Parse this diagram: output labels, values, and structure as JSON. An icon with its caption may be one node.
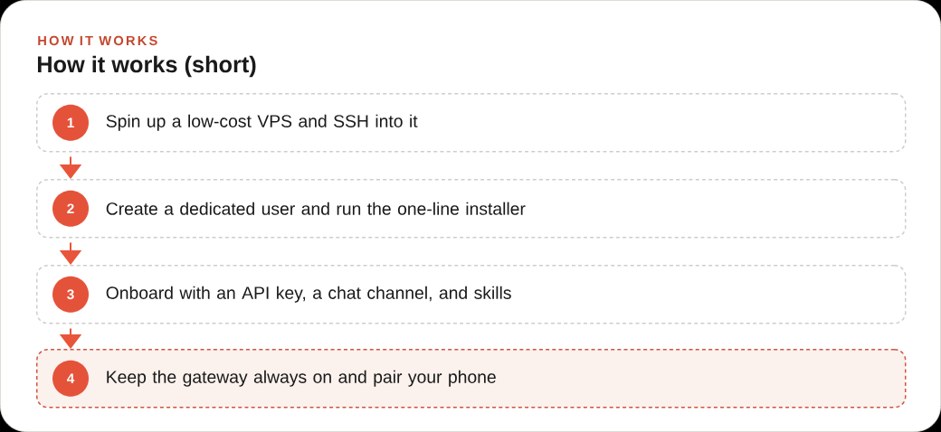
{
  "diagram": {
    "title": "How it works (short)",
    "nodes": [
      {
        "text": [
          "Spin up a low-cost VPS and SSH into it"
        ]
      },
      {
        "text": [
          "1"
        ],
        "in": 0
      },
      {
        "text": [
          "Create a dedicated user and run the one-line installer"
        ]
      },
      {
        "text": [
          "2"
        ],
        "in": 2
      },
      {
        "text": [
          "Onboard with an API key, a chat channel, and skills"
        ]
      },
      {
        "text": [
          "3"
        ],
        "in": 4
      },
      {
        "text": [
          "Keep the gateway always on and pair your phone"
        ]
      },
      {
        "text": [
          "4"
        ],
        "in": 6
      }
    ],
    "edges": [
      {
        "from": 0,
        "to": 2,
        "arrow": "to"
      },
      {
        "from": 2,
        "to": 4,
        "arrow": "to"
      },
      {
        "from": 4,
        "to": 6,
        "arrow": "to"
      }
    ],
    "labels": [
      "HOW IT WORKS"
    ]
  }
}
